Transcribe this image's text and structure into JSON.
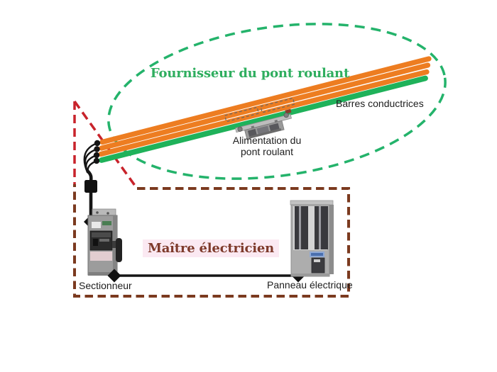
{
  "regions": {
    "supplier": {
      "label": "Fournisseur du pont roulant",
      "boundary_color": "#24b36b",
      "label_color": "#2fae5f"
    },
    "electrician": {
      "label": "Maître électricien",
      "boundary_color_upper": "#c8232b",
      "boundary_color_lower": "#7b3a1f",
      "label_color": "#7e3a2b",
      "label_highlight": "#fbe9f2"
    }
  },
  "labels": {
    "conductor_bars": "Barres conductrices",
    "crane_power_line1": "Alimentation du",
    "crane_power_line2": "pont roulant",
    "disconnect_switch": "Sectionneur",
    "electrical_panel": "Panneau électrique"
  },
  "colors": {
    "bar_orange": "#ed7d21",
    "bar_green": "#1fb25a",
    "wire_black": "#151515",
    "equipment_gray": "#9c9c9c"
  }
}
